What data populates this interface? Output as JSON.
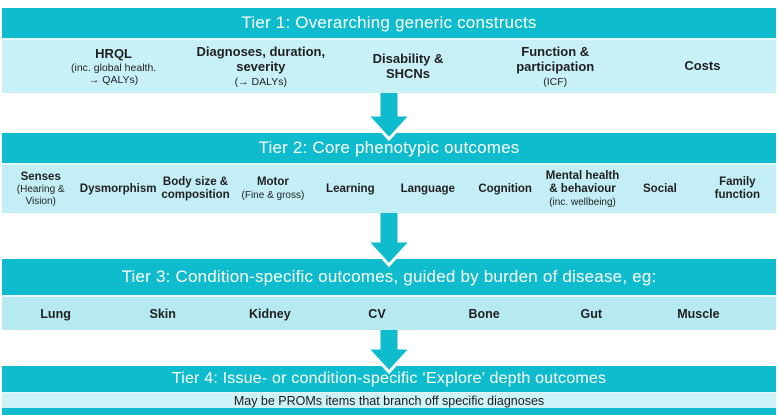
{
  "colors": {
    "teal": "#0fbccd",
    "row1": "#c8f0f7",
    "row2": "#c3eef6",
    "row3": "#b7e9f1",
    "band4": "#cdf3f9",
    "sep": "#e4f8fb",
    "ink": "#1f1f1f",
    "header-text": "#ffffff"
  },
  "tier1": {
    "header": "Tier 1: Overarching generic constructs",
    "items": [
      {
        "label": "HRQL",
        "sub": "(inc. global health.\n→ QALYs)"
      },
      {
        "label": "Diagnoses, duration,\nseverity",
        "sub": "(→ DALYs)"
      },
      {
        "label": "Disability &\nSHCNs",
        "sub": ""
      },
      {
        "label": "Function &\nparticipation",
        "sub": "(ICF)"
      },
      {
        "label": "Costs",
        "sub": ""
      }
    ]
  },
  "tier2": {
    "header": "Tier 2: Core phenotypic outcomes",
    "items": [
      {
        "label": "Senses",
        "sub": "(Hearing &\nVision)"
      },
      {
        "label": "Dysmorphism",
        "sub": ""
      },
      {
        "label": "Body size &\ncomposition",
        "sub": ""
      },
      {
        "label": "Motor",
        "sub": "(Fine & gross)"
      },
      {
        "label": "Learning",
        "sub": ""
      },
      {
        "label": "Language",
        "sub": ""
      },
      {
        "label": "Cognition",
        "sub": ""
      },
      {
        "label": "Mental health\n& behaviour",
        "sub": "(inc. wellbeing)"
      },
      {
        "label": "Social",
        "sub": ""
      },
      {
        "label": "Family\nfunction",
        "sub": ""
      }
    ]
  },
  "tier3": {
    "header": "Tier 3: Condition-specific outcomes, guided by burden of disease, eg:",
    "items": [
      {
        "label": "Lung"
      },
      {
        "label": "Skin"
      },
      {
        "label": "Kidney"
      },
      {
        "label": "CV"
      },
      {
        "label": "Bone"
      },
      {
        "label": "Gut"
      },
      {
        "label": "Muscle"
      }
    ]
  },
  "tier4": {
    "header": "Tier 4: Issue- or condition-specific ‘Explore’ depth outcomes",
    "note": "May be PROMs items that branch off specific diagnoses"
  }
}
